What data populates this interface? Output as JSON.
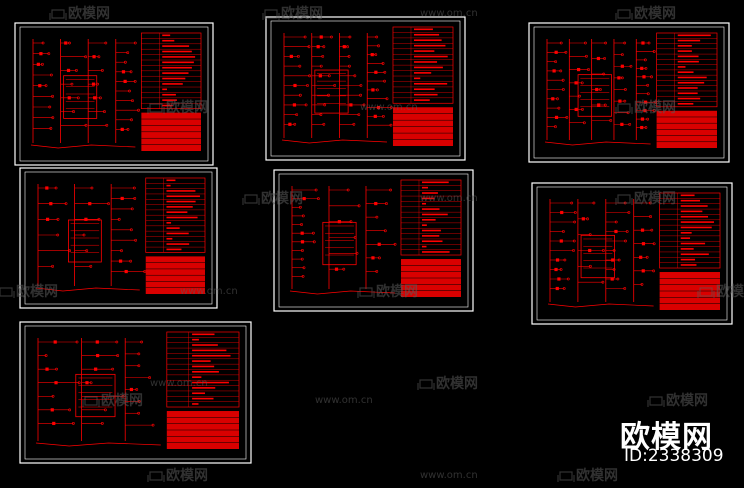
{
  "watermark": {
    "brand": "欧模网",
    "url": "www.om.cn"
  },
  "badge": {
    "title": "欧模网",
    "id": "ID:2338309"
  },
  "colors": {
    "background": "#000000",
    "frame": "#ffffff",
    "drawing": "#ff0000",
    "watermark": "#5a5a5a"
  }
}
